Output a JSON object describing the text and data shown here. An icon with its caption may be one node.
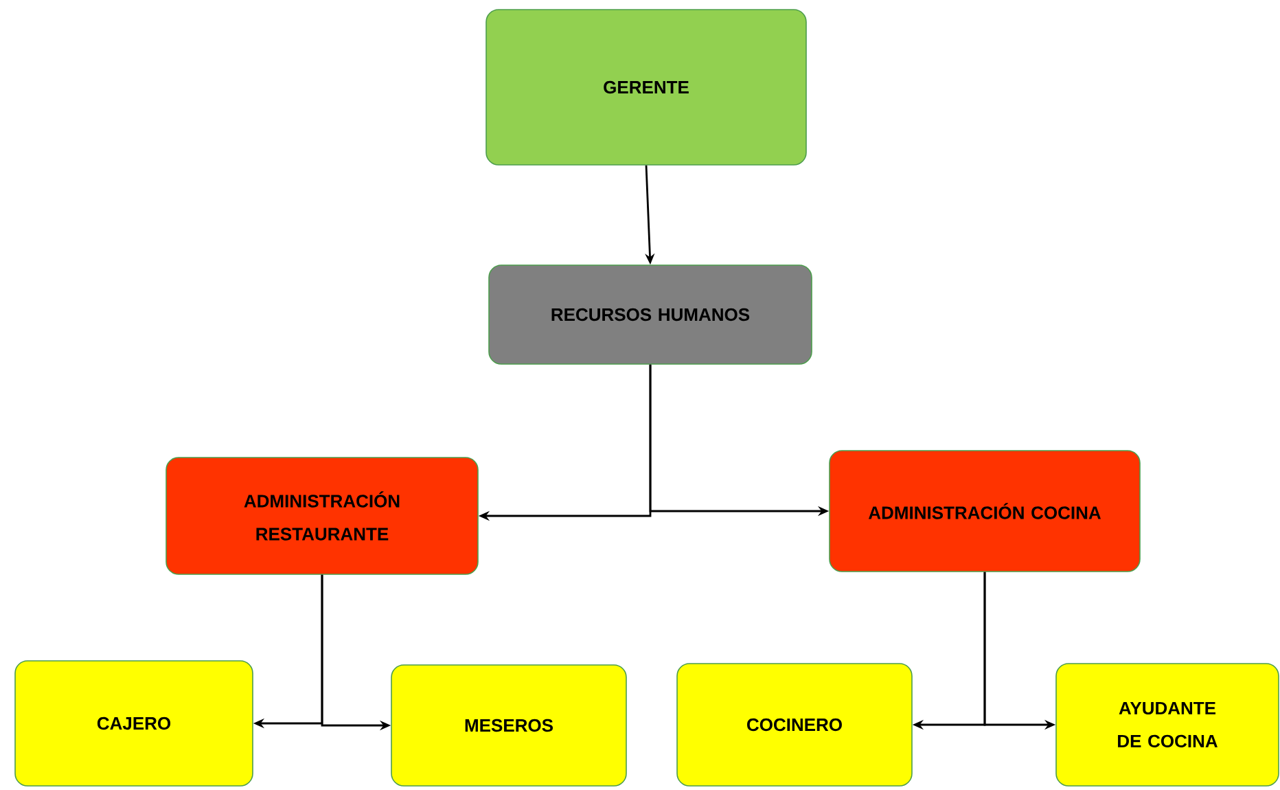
{
  "diagram": {
    "nodes": [
      {
        "text": [
          "GERENTE"
        ]
      },
      {
        "text": [
          "RECURSOS HUMANOS"
        ]
      },
      {
        "text": [
          "ADMINISTRACIÓN RESTAURANTE"
        ]
      },
      {
        "text": [
          "ADMINISTRACIÓN COCINA"
        ]
      },
      {
        "text": [
          "CAJERO"
        ]
      },
      {
        "text": [
          "MESEROS"
        ]
      },
      {
        "text": [
          "COCINERO"
        ]
      },
      {
        "text": [
          "AYUDANTE DE COCINA"
        ]
      }
    ],
    "edges": [
      {
        "from": 0,
        "to": 1,
        "arrow": "to"
      },
      {
        "from": 1,
        "to": 2,
        "arrow": "to"
      },
      {
        "from": 1,
        "to": 3,
        "arrow": "to"
      },
      {
        "from": 2,
        "to": 4,
        "arrow": "to"
      },
      {
        "from": 2,
        "to": 5,
        "arrow": "to"
      },
      {
        "from": 3,
        "to": 6,
        "arrow": "to"
      },
      {
        "from": 3,
        "to": 7,
        "arrow": "to"
      }
    ]
  }
}
